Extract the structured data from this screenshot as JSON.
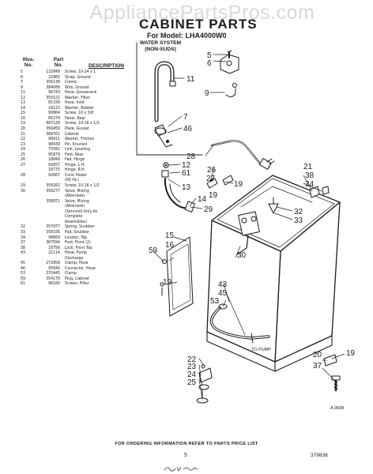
{
  "watermark": "AppliancePartsPros.com",
  "header": {
    "title": "CABINET PARTS",
    "model": "For Model: LHA4000W0"
  },
  "columns": {
    "illus": [
      "Illus.",
      "No."
    ],
    "part": [
      "Part",
      "No."
    ],
    "description": "DESCRIPTION"
  },
  "water_system": [
    "WATER SYSTEM",
    "(NON-SUDS)"
  ],
  "parts": [
    {
      "illus": "5",
      "part": "132848",
      "desc": "Screw, 10-24 x 1"
    },
    {
      "illus": "6",
      "part": "22965",
      "desc": "Strap, Ground"
    },
    {
      "illus": "7",
      "part": "356138",
      "desc": "Clamp"
    },
    {
      "illus": "9",
      "part": "384089",
      "desc": "Wire, Ground"
    },
    {
      "illus": "11",
      "part": "96743",
      "desc": "Hose, Gooseneck"
    },
    {
      "illus": "12",
      "part": "355521",
      "desc": "Washer, Filter"
    },
    {
      "illus": "13",
      "part": "81339",
      "desc": "Hose, Inlet"
    },
    {
      "illus": "14",
      "part": "16123",
      "desc": "Washer, Rubber"
    },
    {
      "illus": "15",
      "part": "90864",
      "desc": "Screw, 10 x 3/8"
    },
    {
      "illus": "16",
      "part": "85279",
      "desc": "Panel, Rear"
    },
    {
      "illus": "19",
      "part": "687128",
      "desc": "Screw, 10-16 x 1/2"
    },
    {
      "illus": "20",
      "part": "356459",
      "desc": "Plate, Gusset"
    },
    {
      "illus": "21",
      "part": "368761",
      "desc": "Cabinet"
    },
    {
      "illus": "22",
      "part": "98411",
      "desc": "Washer, Friction"
    },
    {
      "illus": "23",
      "part": "98439",
      "desc": "Pin, Knurled"
    },
    {
      "illus": "24",
      "part": "75582",
      "desc": "Link, Leveling"
    },
    {
      "illus": "25",
      "part": "95879",
      "desc": "Foot, Rear"
    },
    {
      "illus": "26",
      "part": "18849",
      "desc": "Pad, Hinge"
    },
    {
      "illus": "27",
      "part": "92657",
      "desc": "Hinge, L.H."
    },
    {
      "illus": "",
      "part": "18775",
      "desc": "Hinge, R.H."
    },
    {
      "illus": "28",
      "part": "92667",
      "desc": "Cord, Power"
    },
    {
      "illus": "",
      "part": "",
      "desc": "(60 Hz.)"
    },
    {
      "illus": "29",
      "part": "359262",
      "desc": "Screw, 10-16 x 1/2"
    },
    {
      "illus": "30",
      "part": "358277",
      "desc": "Valve, Mixing"
    },
    {
      "illus": "",
      "part": "",
      "desc": "(Alternate)"
    },
    {
      "illus": "",
      "part": "358971",
      "desc": "Valve, Mixing"
    },
    {
      "illus": "",
      "part": "",
      "desc": "(Alternate)"
    },
    {
      "illus": "",
      "part": "",
      "desc": "(Serviced Only As"
    },
    {
      "illus": "",
      "part": "",
      "desc": "Complete"
    },
    {
      "illus": "",
      "part": "",
      "desc": "Assemblies)"
    },
    {
      "illus": "32",
      "part": "357977",
      "desc": "Spring, Snubber"
    },
    {
      "illus": "33",
      "part": "358336",
      "desc": "Pad, Snubber"
    },
    {
      "illus": "34",
      "part": "98669",
      "desc": "Locator, Top"
    },
    {
      "illus": "37",
      "part": "367594",
      "desc": "Foot, Front (2)"
    },
    {
      "illus": "38",
      "part": "18756",
      "desc": "Lock, Front Top"
    },
    {
      "illus": "43",
      "part": "21114",
      "desc": "Hose, Pump"
    },
    {
      "illus": "",
      "part": "",
      "desc": "Discharge"
    },
    {
      "illus": "45",
      "part": "272858",
      "desc": "Clamp, Hose"
    },
    {
      "illus": "46",
      "part": "95640",
      "desc": "Connector, Hose"
    },
    {
      "illus": "53",
      "part": "370445",
      "desc": "Clamp"
    },
    {
      "illus": "59",
      "part": "354179",
      "desc": "Plug, Cabinet"
    },
    {
      "illus": "61",
      "part": "96160",
      "desc": "Screen, Filter"
    }
  ],
  "callouts": {
    "c5": "5",
    "c6": "6",
    "c11": "11",
    "c9": "9",
    "c7": "7",
    "c46": "46",
    "c28": "28",
    "c12": "12",
    "c61": "61",
    "c13": "13",
    "c14": "14",
    "c26": "26",
    "c27": "27",
    "c19a": "19",
    "c19b": "19",
    "c19c": "19",
    "c19d": "19",
    "c29": "29",
    "c21": "21",
    "c38": "38",
    "c34": "34",
    "c32": "32",
    "c33": "33",
    "c15": "15",
    "c16": "16",
    "c30": "30",
    "c59": "59",
    "c43": "43",
    "c45": "45",
    "c53": "53",
    "c22": "22",
    "c23": "23",
    "c24": "24",
    "c25": "25",
    "c20": "20",
    "c37": "37"
  },
  "to_pump": "TO PUMP",
  "figure_ref": "A 9838",
  "footer": "FOR ORDERING INFORMATION REFER TO PARTS PRICE LIST",
  "page_number": "5",
  "doc_number": "379838"
}
